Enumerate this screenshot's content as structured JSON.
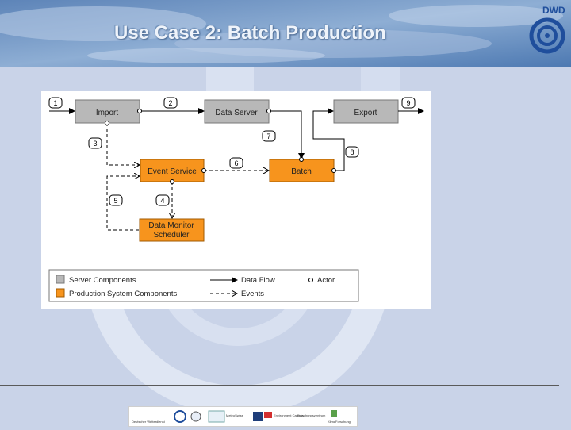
{
  "slide": {
    "title": "Use Case 2: Batch Production",
    "logo_text": "DWD"
  },
  "diagram": {
    "nodes": {
      "import": "Import",
      "data_server": "Data Server",
      "export": "Export",
      "event_service": "Event Service",
      "batch": "Batch",
      "data_monitor_line1": "Data Monitor",
      "data_monitor_line2": "Scheduler"
    },
    "markers": [
      "1",
      "2",
      "3",
      "4",
      "5",
      "6",
      "7",
      "8",
      "9"
    ],
    "legend": {
      "server_components": "Server Components",
      "production_components": "Production System Components",
      "data_flow": "Data Flow",
      "events": "Events",
      "actor": "Actor"
    },
    "colors": {
      "server": "#b8b8b8",
      "production": "#f7941d"
    }
  },
  "footer": {
    "partners": [
      "Deutscher Wetterdienst",
      "MeteoSwiss",
      "Environment Canada",
      "Forschungszentrum",
      "KlimaForschung"
    ]
  }
}
